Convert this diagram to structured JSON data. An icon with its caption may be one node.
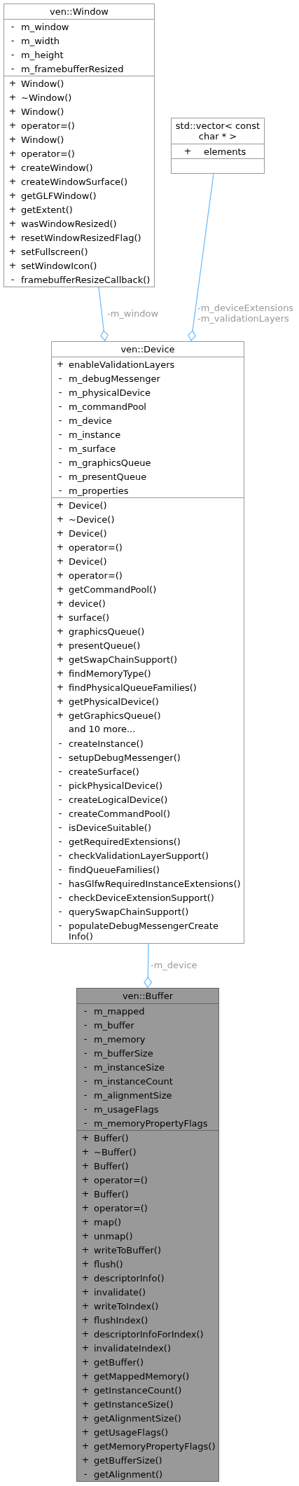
{
  "diagram": {
    "nodes": [
      {
        "text": [
          "ven::Window"
        ]
      },
      {
        "text": [
          "- m_window",
          "- m_width",
          "- m_height",
          "- m_framebufferResized"
        ],
        "in": 0
      },
      {
        "text": [
          "+ Window()",
          "+ ~Window()",
          "+ Window()",
          "+ operator=()",
          "+ Window()",
          "+ operator=()",
          "+ createWindow()",
          "+ createWindowSurface()",
          "+ getGLFWindow()",
          "+ getExtent()",
          "+ wasWindowResized()",
          "+ resetWindowResizedFlag()",
          "+ setFullscreen()",
          "+ setWindowIcon()",
          "- framebufferResizeCallback()"
        ],
        "in": 0
      },
      {
        "text": [
          "std::vector< const char * >"
        ]
      },
      {
        "text": [
          "+ elements"
        ],
        "in": 3
      },
      {
        "text": [],
        "shape": "box",
        "in": 3
      },
      {
        "text": [
          "ven::Device"
        ]
      },
      {
        "text": [
          "+ enableValidationLayers",
          "- m_debugMessenger",
          "- m_physicalDevice",
          "- m_commandPool",
          "- m_device",
          "- m_instance",
          "- m_surface",
          "- m_graphicsQueue",
          "- m_presentQueue",
          "- m_properties"
        ],
        "in": 6
      },
      {
        "text": [
          "+ Device()",
          "+ ~Device()",
          "+ Device()",
          "+ operator=()",
          "+ Device()",
          "+ operator=()",
          "+ getCommandPool()",
          "+ device()",
          "+ surface()",
          "+ graphicsQueue()",
          "+ presentQueue()",
          "+ getSwapChainSupport()",
          "+ findMemoryType()",
          "+ findPhysicalQueueFamilies()",
          "+ getPhysicalDevice()",
          "+ getGraphicsQueue()",
          "and 10 more...",
          "- createInstance()",
          "- setupDebugMessenger()",
          "- createSurface()",
          "- pickPhysicalDevice()",
          "- createLogicalDevice()",
          "- createCommandPool()",
          "- isDeviceSuitable()",
          "- getRequiredExtensions()",
          "- checkValidationLayerSupport()",
          "- findQueueFamilies()",
          "- hasGlfwRequiredInstanceExtensions()",
          "- checkDeviceExtensionSupport()",
          "- querySwapChainSupport()",
          "- populateDebugMessengerCreate Info()"
        ],
        "in": 6
      },
      {
        "text": [
          "ven::Buffer"
        ]
      },
      {
        "text": [
          "- m_mapped",
          "- m_buffer",
          "- m_memory",
          "- m_bufferSize",
          "- m_instanceSize",
          "- m_instanceCount",
          "- m_alignmentSize",
          "- m_usageFlags",
          "- m_memoryPropertyFlags"
        ],
        "in": 9
      },
      {
        "text": [
          "+ Buffer()",
          "+ ~Buffer()",
          "+ Buffer()",
          "+ operator=()",
          "+ Buffer()",
          "+ operator=()",
          "+ map()",
          "+ unmap()",
          "+ writeToBuffer()",
          "+ flush()",
          "+ descriptorInfo()",
          "+ invalidate()",
          "+ writeToIndex()",
          "+ flushIndex()",
          "+ descriptorInfoForIndex()",
          "+ invalidateIndex()",
          "+ getBuffer()",
          "+ getMappedMemory()",
          "+ getInstanceCount()",
          "+ getInstanceSize()",
          "+ getAlignmentSize()",
          "+ getUsageFlags()",
          "+ getMemoryPropertyFlags()",
          "+ getBufferSize()",
          "- getAlignment()"
        ],
        "in": 9
      }
    ],
    "edges": [
      {
        "from": 0,
        "to": 6,
        "arrow": "other",
        "label": "-m_window"
      },
      {
        "from": 3,
        "to": 6,
        "arrow": "other",
        "label": "-m_deviceExtensions -m_validationLayers"
      },
      {
        "from": 6,
        "to": 9,
        "arrow": "other",
        "label": "-m_device"
      }
    ]
  }
}
